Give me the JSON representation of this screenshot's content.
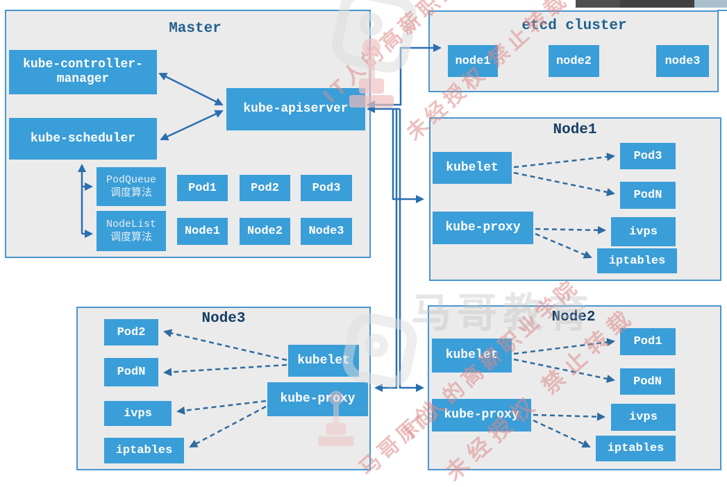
{
  "diagram": {
    "master": {
      "title": "Master",
      "kcm": [
        "kube-controller-",
        "manager"
      ],
      "scheduler": "kube-scheduler",
      "apiserver": "kube-apiserver",
      "podqueue": [
        "PodQueue",
        "调度算法"
      ],
      "nodelist": [
        "NodeList",
        "调度算法"
      ],
      "pods": [
        "Pod1",
        "Pod2",
        "Pod3"
      ],
      "nodes": [
        "Node1",
        "Node2",
        "Node3"
      ]
    },
    "etcd": {
      "title": "etcd cluster",
      "nodes": [
        "node1",
        "node2",
        "node3"
      ]
    },
    "node1": {
      "title": "Node1",
      "kubelet": "kubelet",
      "kube_proxy": "kube-proxy",
      "pods": [
        "Pod3",
        "PodN"
      ],
      "services": [
        "ivps",
        "iptables"
      ]
    },
    "node2": {
      "title": "Node2",
      "kubelet": "kubelet",
      "kube_proxy": "kube-proxy",
      "pods": [
        "Pod1",
        "PodN"
      ],
      "services": [
        "ivps",
        "iptables"
      ]
    },
    "node3": {
      "title": "Node3",
      "kubelet": "kubelet",
      "kube_proxy": "kube-proxy",
      "pods": [
        "Pod2",
        "PodN"
      ],
      "services": [
        "ivps",
        "iptables"
      ]
    }
  },
  "watermarks": {
    "brand": "马哥教育",
    "slogan": "IT人的高薪职业学院",
    "notice": "未经授权 禁止转载",
    "origin": "马哥原创"
  },
  "colors": {
    "node_blue": "#3a9ed8",
    "container_gray": "#ebebeb",
    "border_blue": "#4796cf",
    "arrow_blue": "#2a6fb0",
    "dashed_blue": "#2e6b9e",
    "title_blue": "#22618f"
  }
}
